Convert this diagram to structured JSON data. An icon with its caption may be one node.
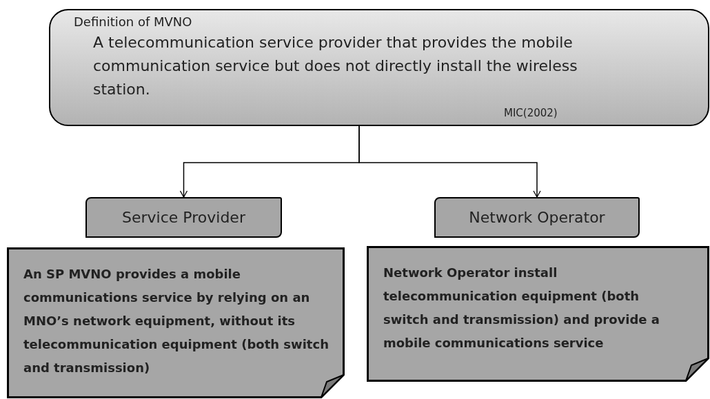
{
  "diagram": {
    "nodes": [
      {
        "text": [
          "Definition of MVNO",
          "A telecommunication service provider that provides the mobile communication service but does not directly install the wireless station.",
          "MIC(2002)"
        ]
      },
      {
        "text": [
          "Service Provider"
        ]
      },
      {
        "text": [
          "Network Operator"
        ]
      },
      {
        "text": [
          "An SP MVNO provides a mobile communications service by relying on an MNO’s network equipment, without its telecommunication equipment (both switch and transmission)"
        ]
      },
      {
        "text": [
          "Network Operator install telecommunication equipment (both switch and transmission) and provide a mobile communications service"
        ]
      }
    ],
    "edges": [
      {
        "from": 0,
        "to": 1,
        "arrow": "to"
      },
      {
        "from": 0,
        "to": 2,
        "arrow": "to"
      }
    ]
  }
}
